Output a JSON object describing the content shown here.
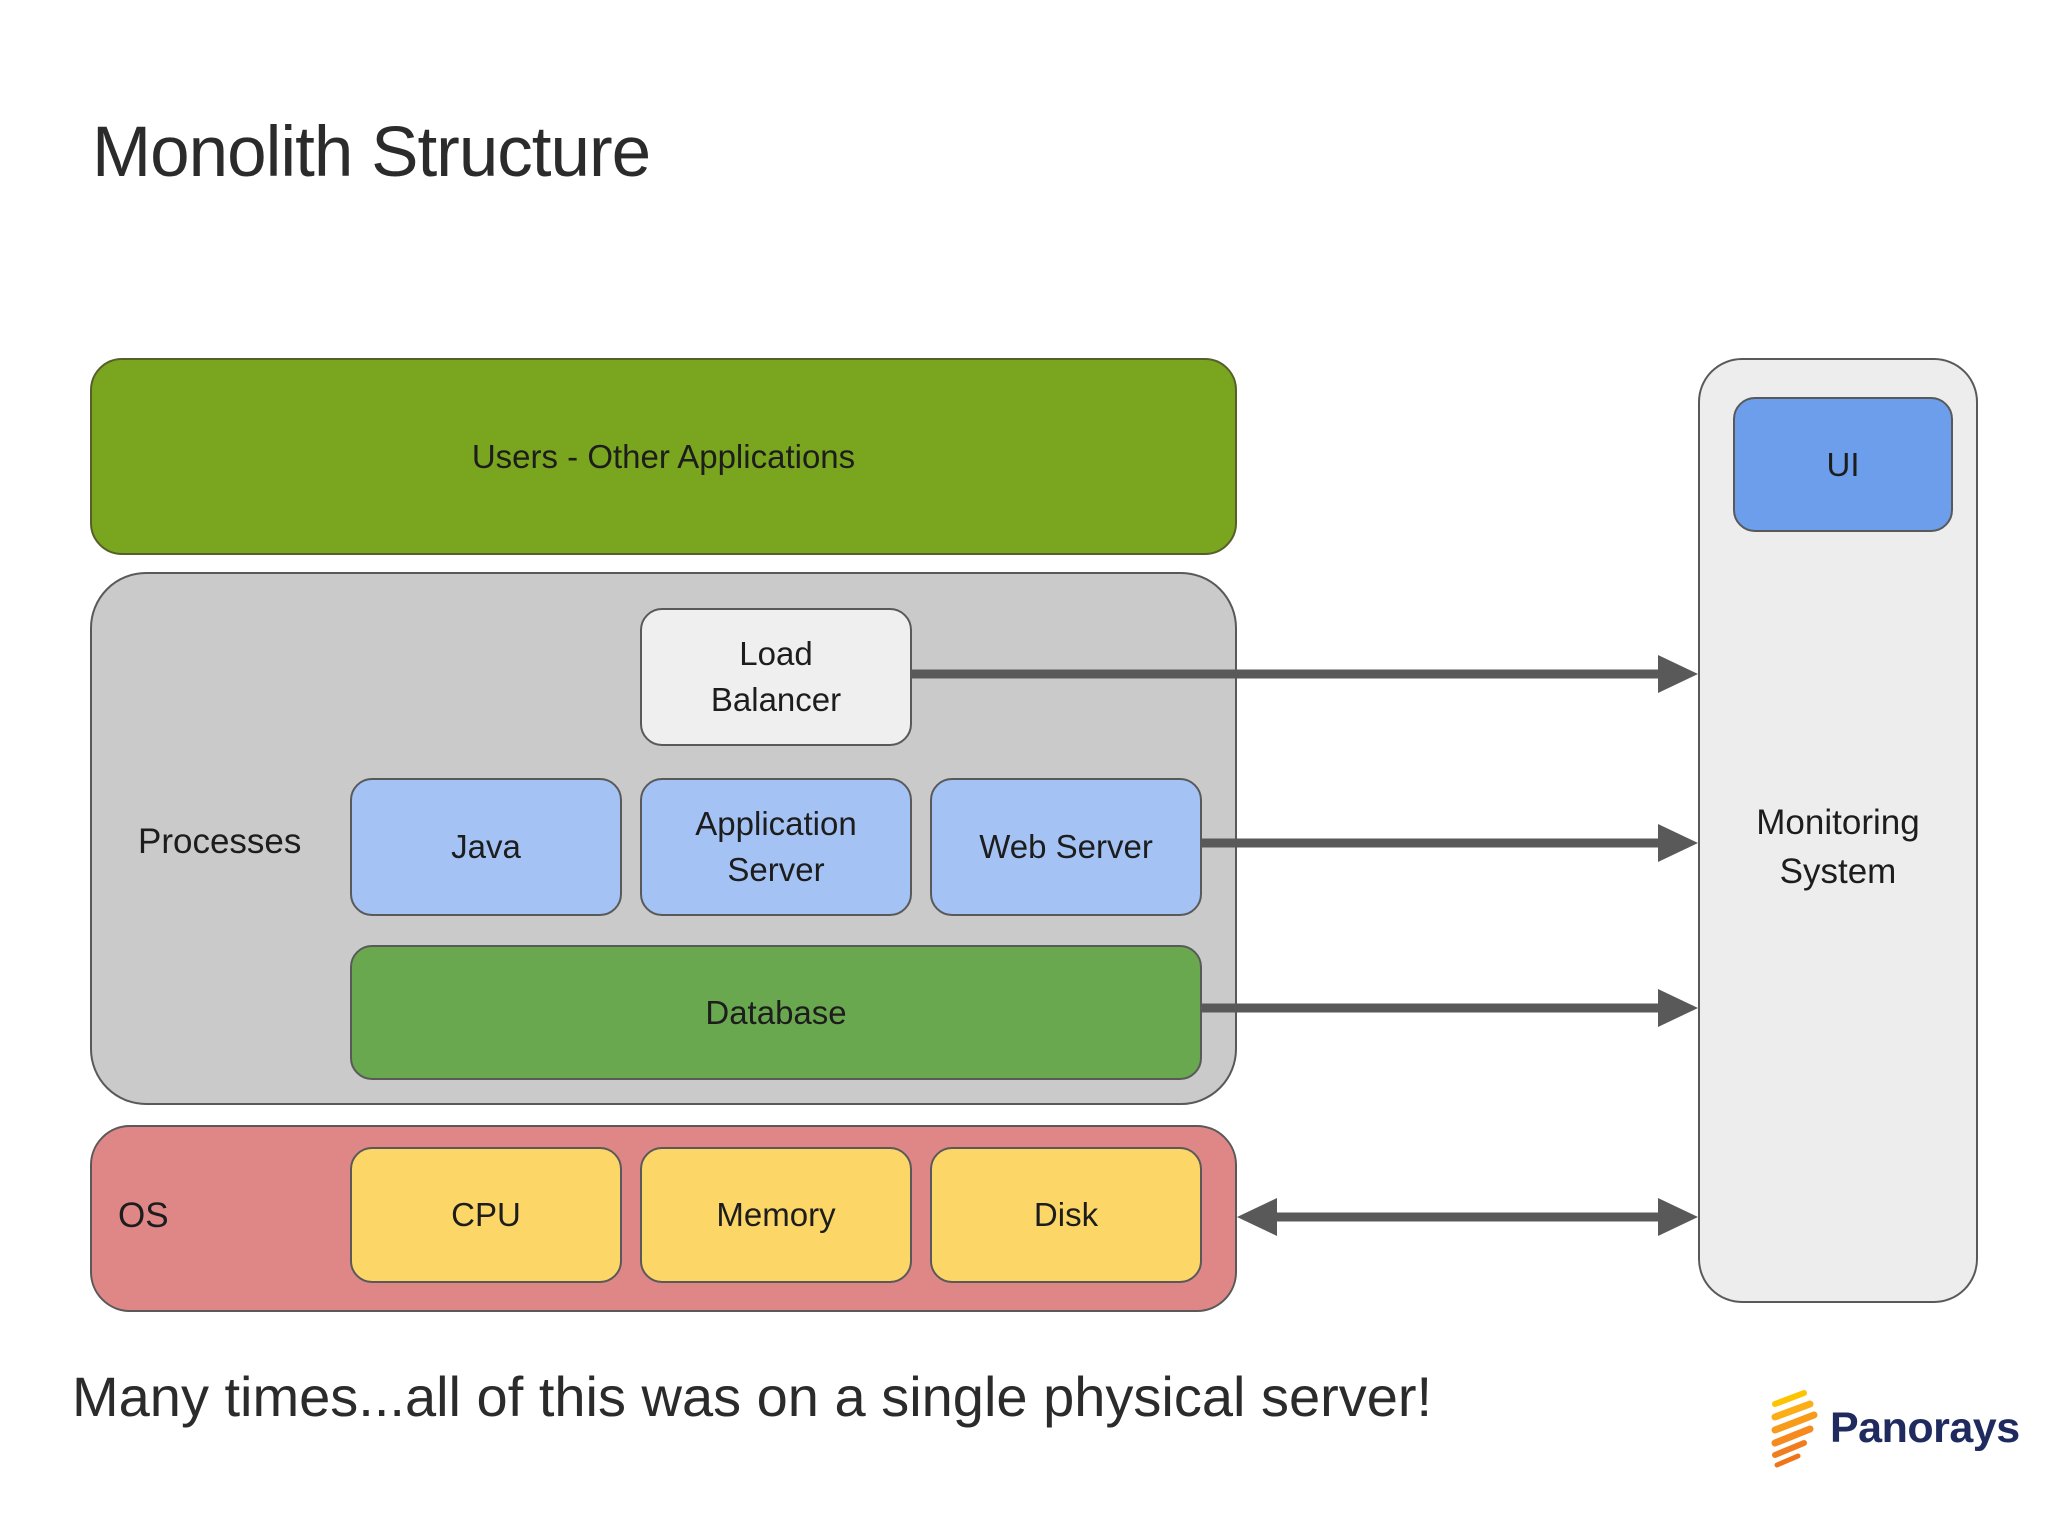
{
  "page": {
    "title": "Monolith Structure",
    "caption": "Many times...all of this was on a single physical server!"
  },
  "users_box": {
    "label": "Users - Other Applications"
  },
  "processes": {
    "label": "Processes",
    "load_balancer": "Load\nBalancer",
    "java": "Java",
    "application_server": "Application\nServer",
    "web_server": "Web Server",
    "database": "Database"
  },
  "os": {
    "label": "OS",
    "cpu": "CPU",
    "memory": "Memory",
    "disk": "Disk"
  },
  "monitoring": {
    "ui": "UI",
    "label": "Monitoring\nSystem"
  },
  "logo": {
    "text": "Panorays",
    "icon": "panorays-rays-icon"
  },
  "colors": {
    "users_green": "#7aa51f",
    "database_green": "#6aa84f",
    "process_blue": "#a4c2f4",
    "ui_blue": "#6d9eeb",
    "os_pink": "#df8787",
    "hardware_yellow": "#fcd666",
    "processes_gray": "#cacaca",
    "monitoring_panel_gray": "#ededed",
    "load_balancer_gray": "#efefef",
    "border_gray": "#595959",
    "arrow_gray": "#595959",
    "logo_navy": "#1f2a5e",
    "logo_orange": "#f5921e"
  }
}
